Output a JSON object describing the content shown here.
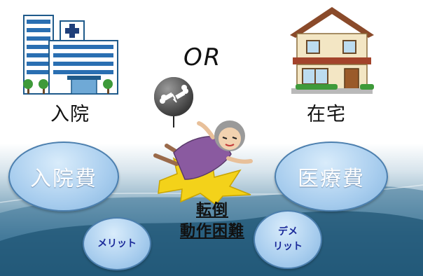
{
  "or_text": "OR",
  "left": {
    "caption": "入院",
    "bubble": "入院費",
    "small_bubble": "メリット"
  },
  "right": {
    "caption": "在宅",
    "bubble": "医療費",
    "small_bubble": [
      "デメ",
      "リット"
    ]
  },
  "center": {
    "line1": "転倒",
    "line2": "動作困難"
  },
  "icons": {
    "hospital": "hospital-icon",
    "house": "house-icon",
    "fall": "falling-elderly-icon",
    "bone": "broken-bone-icon"
  },
  "colors": {
    "bubble": "#a8cdee",
    "bubble_border": "#4c7fae",
    "small_text": "#1a2a9a"
  }
}
